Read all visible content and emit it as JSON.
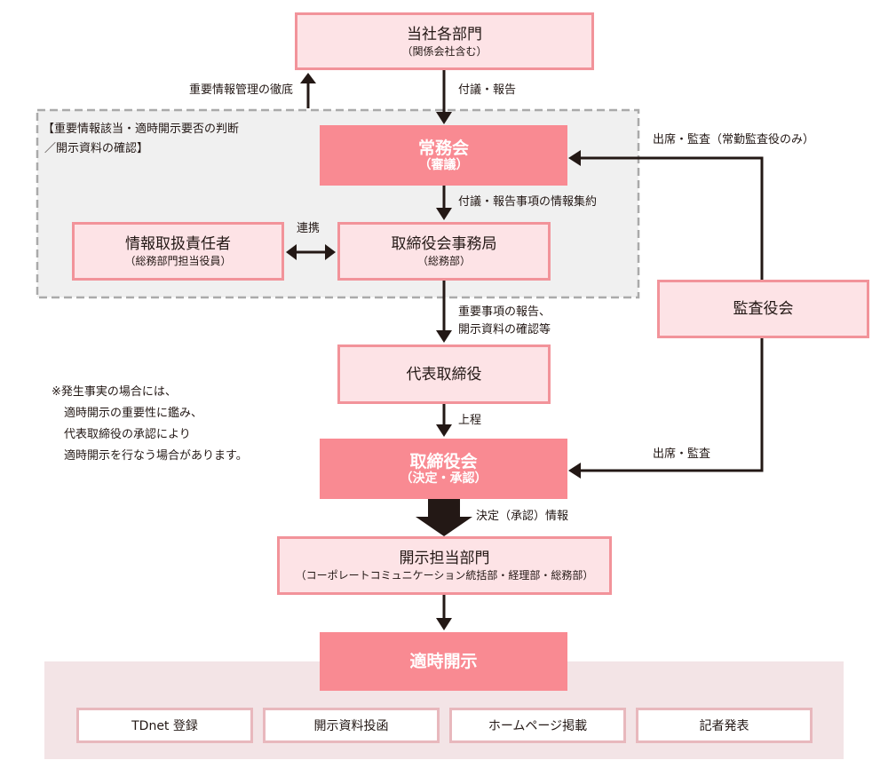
{
  "top_box": {
    "title": "当社各部門",
    "sub": "（関係会社含む）"
  },
  "labels": {
    "thorough": "重要情報管理の徹底",
    "submit_report": "付議・報告",
    "aggregate": "付議・報告事項の情報集約",
    "cooperate": "連携",
    "report_confirm_1": "重要事項の報告、",
    "report_confirm_2": "開示資料の確認等",
    "present": "上程",
    "decision_info": "決定（承認）情報",
    "attend_full": "出席・監査（常勤監査役のみ）",
    "attend": "出席・監査"
  },
  "group_note": {
    "line1": "【重要情報該当・適時開示要否の判断",
    "line2": "／開示資料の確認】"
  },
  "joumukai": {
    "title": "常務会",
    "sub": "（審議）"
  },
  "info_officer": {
    "title": "情報取扱責任者",
    "sub": "（総務部門担当役員）"
  },
  "secretariat": {
    "title": "取締役会事務局",
    "sub": "（総務部）"
  },
  "president": {
    "title": "代表取締役"
  },
  "board": {
    "title": "取締役会",
    "sub": "（決定・承認）"
  },
  "auditors": {
    "title": "監査役会"
  },
  "disclosure_dept": {
    "title": "開示担当部門",
    "sub": "（コーポレートコミュニケーション統括部・経理部・総務部）"
  },
  "timely": {
    "title": "適時開示"
  },
  "channels": [
    "TDnet 登録",
    "開示資料投函",
    "ホームページ掲載",
    "記者発表"
  ],
  "footnote": [
    "※発生事実の場合には、",
    "適時開示の重要性に鑑み、",
    "代表取締役の承認により",
    "適時開示を行なう場合があります。"
  ],
  "colors": {
    "box_fill": "#fde3e6",
    "box_border": "#f2939a",
    "strong_fill": "#f98a92"
  }
}
